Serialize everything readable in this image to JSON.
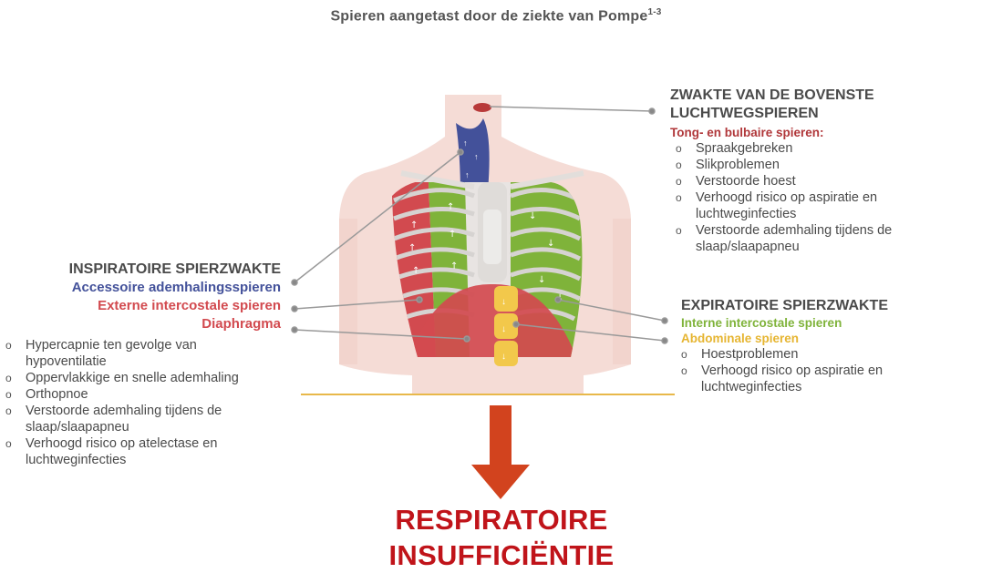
{
  "title": {
    "text": "Spieren aangetast door de ziekte van Pompe",
    "sup": "1-3"
  },
  "upper": {
    "heading_line1": "ZWAKTE VAN DE BOVENSTE",
    "heading_line2": "LUCHTWEGSPIEREN",
    "subtitle": "Tong- en bulbaire spieren:",
    "items": [
      "Spraakgebreken",
      "Slikproblemen",
      "Verstoorde hoest",
      "Verhoogd risico op aspiratie en luchtweginfecties",
      "Verstoorde ademhaling tijdens de slaap/slaapapneu"
    ]
  },
  "inspiratory": {
    "heading": "INSPIRATOIRE SPIERZWAKTE",
    "label_accessory": "Accessoire ademhalingsspieren",
    "label_external": "Externe intercostale spieren",
    "label_diaphragm": "Diaphragma",
    "items": [
      "Hypercapnie ten gevolge van hypoventilatie",
      "Oppervlakkige en snelle ademhaling",
      "Orthopnoe",
      "Verstoorde ademhaling tijdens de slaap/slaapapneu",
      "Verhoogd risico op atelectase en luchtweginfecties"
    ]
  },
  "expiratory": {
    "heading": "EXPIRATOIRE SPIERZWAKTE",
    "label_internal": "Interne intercostale spieren",
    "label_abdominal": "Abdominale spieren",
    "items": [
      "Hoestproblemen",
      "Verhoogd risico op aspiratie en luchtweginfecties"
    ]
  },
  "result": {
    "line1": "RESPIRATOIRE",
    "line2": "INSUFFICIËNTIE"
  },
  "colors": {
    "body": "#f5dcd6",
    "accessory": "#43519a",
    "external": "#d24a4f",
    "internal": "#7fb33a",
    "abdominal": "#e6b531",
    "arrow": "#d2431e",
    "result": "#c0141a",
    "baseline": "#e8b84a"
  }
}
